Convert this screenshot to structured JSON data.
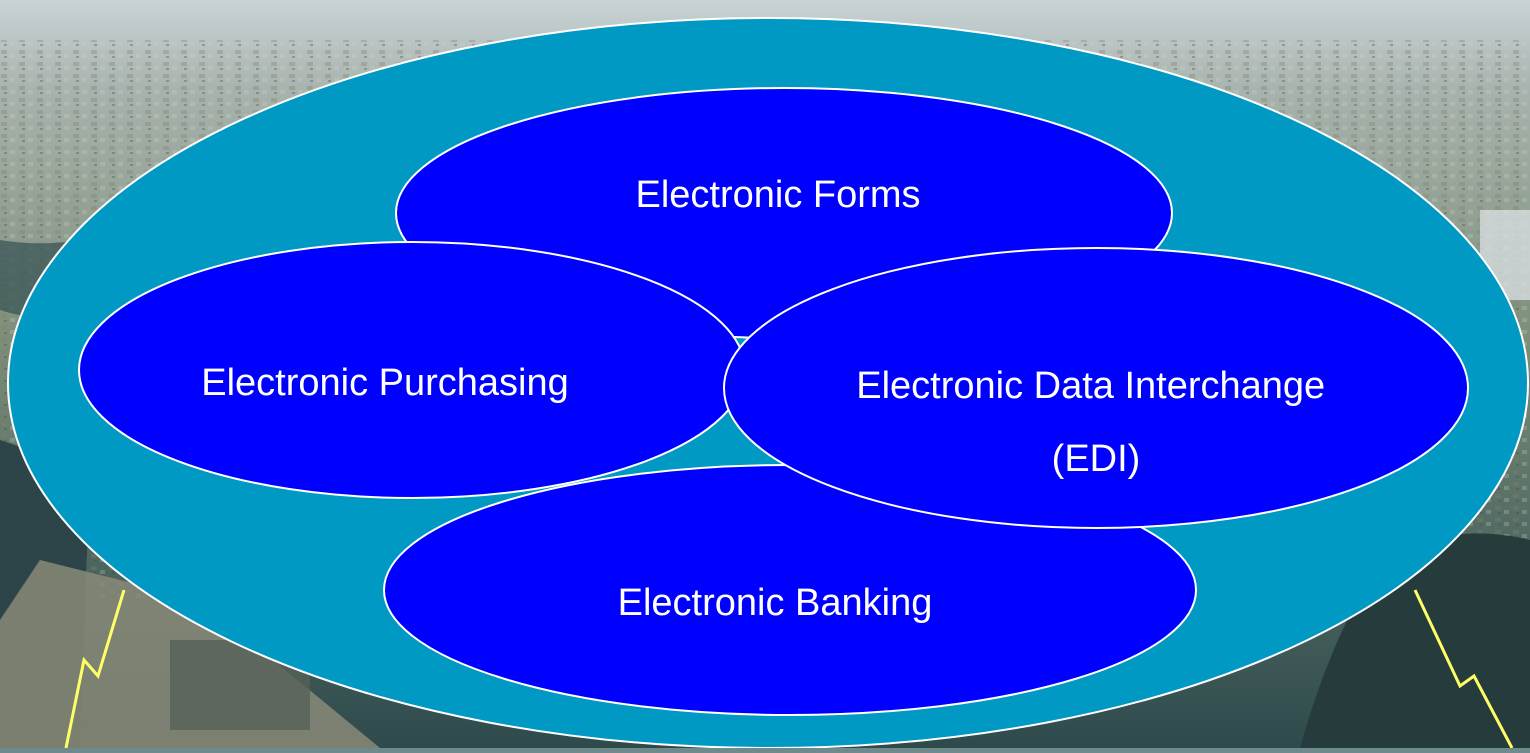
{
  "diagram": {
    "container_color": "#0099c4",
    "ellipse_color": "#0000ff",
    "bolt_color": "#ffff66",
    "ellipses": [
      {
        "id": "forms",
        "label_lines": [
          "Electronic Forms"
        ]
      },
      {
        "id": "purchasing",
        "label_lines": [
          "Electronic Purchasing"
        ]
      },
      {
        "id": "banking",
        "label_lines": [
          "Electronic Banking"
        ]
      },
      {
        "id": "edi",
        "label_lines": [
          "Electronic Data Interchange",
          "(EDI)"
        ]
      }
    ]
  }
}
